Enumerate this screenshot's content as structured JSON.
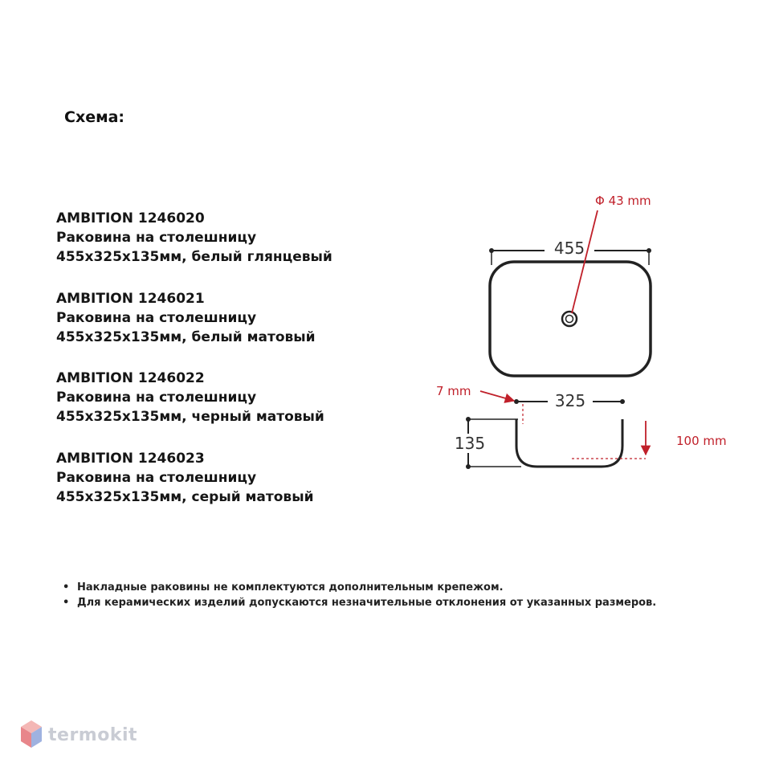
{
  "heading": "Схема:",
  "products": [
    {
      "code": "AMBITION 1246020",
      "line1": "Раковина на столешницу",
      "line2": "455x325x135мм, белый глянцевый"
    },
    {
      "code": "AMBITION 1246021",
      "line1": "Раковина на столешницу",
      "line2": "455x325x135мм, белый матовый"
    },
    {
      "code": "AMBITION 1246022",
      "line1": "Раковина на столешницу",
      "line2": "455x325x135мм, черный матовый"
    },
    {
      "code": "AMBITION 1246023",
      "line1": "Раковина на столешницу",
      "line2": "455x325x135мм, серый матовый"
    }
  ],
  "drawing": {
    "drain_diameter": "Φ 43 mm",
    "top_width": "455",
    "bottom_width": "325",
    "height": "135",
    "wall_thickness": "7 mm",
    "bowl_depth": "100 mm",
    "line_color": "#222222",
    "annotation_color": "#c0202a"
  },
  "notes": [
    "Накладные раковины не комплектуются дополнительным крепежом.",
    "Для керамических изделий допускаются незначительные отклонения от указанных размеров."
  ],
  "bullet_symbol": "•",
  "logo": {
    "text": "termokit",
    "icon": "hexagon-cube-icon",
    "color": "#c9ccd4"
  }
}
